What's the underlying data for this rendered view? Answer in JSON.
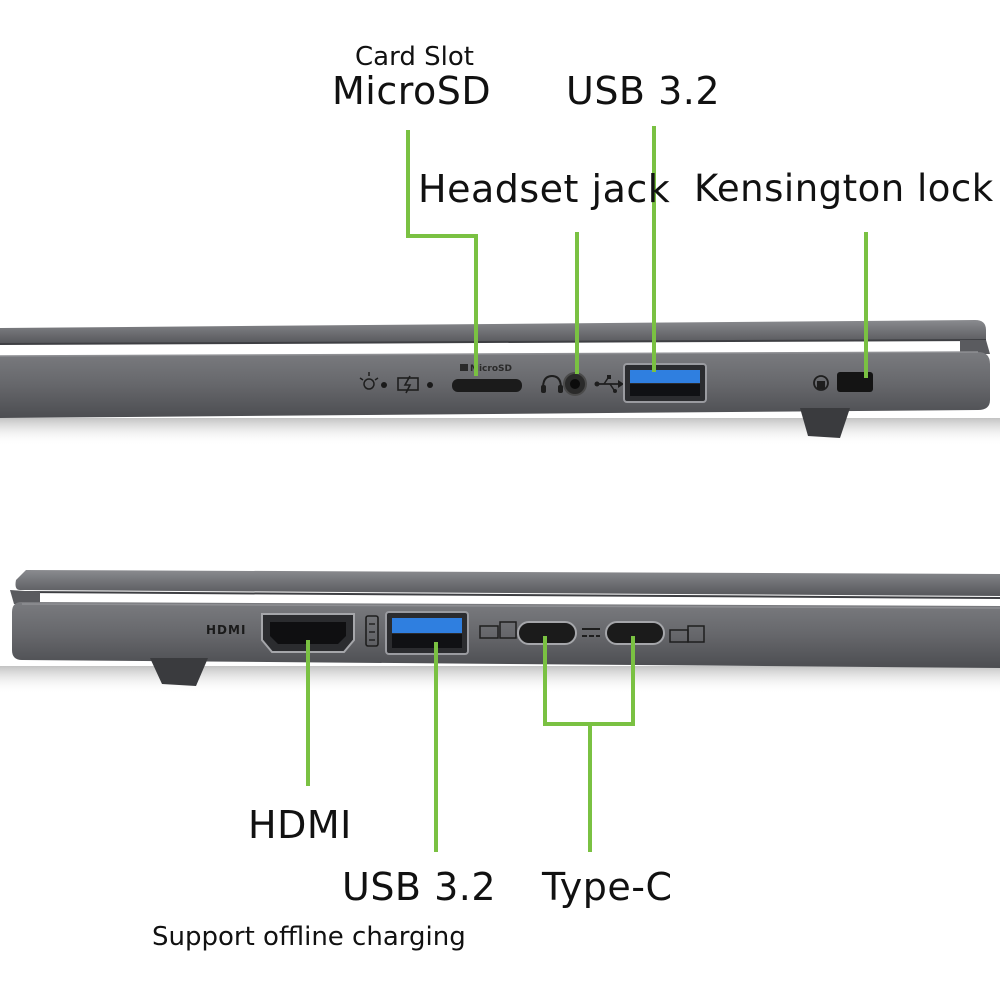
{
  "labels": {
    "card_slot": "Card Slot",
    "microsd": "MicroSD",
    "usb_top": "USB 3.2",
    "headset_jack": "Headset jack",
    "kensington_lock": "Kensington lock",
    "hdmi": "HDMI",
    "usb_bottom": "USB 3.2",
    "support_offline_charging": "Support offline charging",
    "type_c": "Type-C"
  },
  "port_markings": {
    "microsd": "MicroSD",
    "hdmi": "HDMI"
  },
  "colors": {
    "accent_green": "#7ac142",
    "chassis": "#6d6e72",
    "chassis_dark": "#4e4f53",
    "usb_blue": "#2f7fe0",
    "port_black": "#1b1b1b"
  },
  "icons": [
    "light-indicator-icon",
    "battery-charge-icon",
    "headset-icon",
    "usb-icon",
    "lock-icon",
    "usb-power-icon",
    "display-port-icon"
  ]
}
